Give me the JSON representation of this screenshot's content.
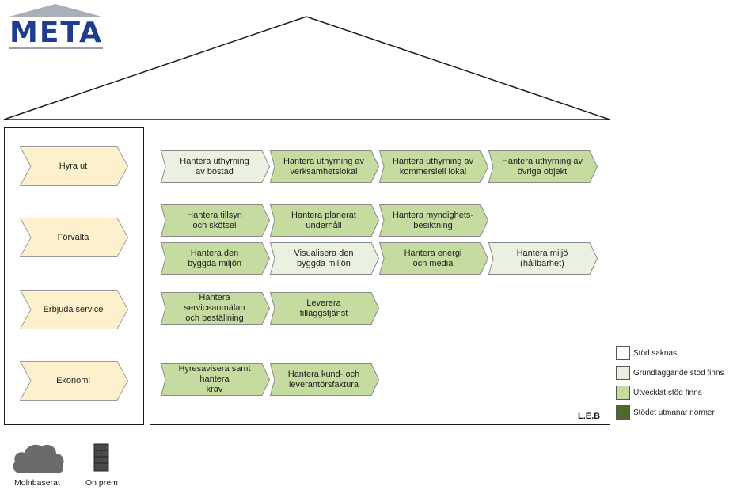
{
  "logo": {
    "text": "META"
  },
  "colors": {
    "stage": "#fdf1cd",
    "stage_stroke": "#9a9a9a",
    "stod_saknas": "#ffffff",
    "grundlaggande": "#ebf1e0",
    "utvecklat": "#c5dba0",
    "utmanar": "#4e6a2a",
    "logo_blue": "#1f3d8c",
    "icon_gray": "#6b6b6b"
  },
  "stages": [
    {
      "label": "Hyra ut"
    },
    {
      "label": "Förvalta"
    },
    {
      "label": "Erbjuda service"
    },
    {
      "label": "Ekonomi"
    }
  ],
  "capabilities": [
    {
      "label": "Hantera uthyrning av bostad",
      "lines": [
        "Hantera uthyrning",
        "av bostad"
      ],
      "level": "grundlaggande"
    },
    {
      "label": "Hantera uthyrning av verksamhetslokal",
      "lines": [
        "Hantera uthyrning av",
        "verksamhetslokal"
      ],
      "level": "utvecklat"
    },
    {
      "label": "Hantera uthyrning av kommersiell lokal",
      "lines": [
        "Hantera uthyrning av",
        "kommersiell lokal"
      ],
      "level": "utvecklat"
    },
    {
      "label": "Hantera uthyrning av övriga objekt",
      "lines": [
        "Hantera uthyrning av",
        "övriga objekt"
      ],
      "level": "utvecklat"
    },
    {
      "label": "Hantera tillsyn och skötsel",
      "lines": [
        "Hantera tillsyn",
        "och skötsel"
      ],
      "level": "utvecklat"
    },
    {
      "label": "Hantera planerat underhåll",
      "lines": [
        "Hantera planerat",
        "underhåll"
      ],
      "level": "utvecklat"
    },
    {
      "label": "Hantera myndighets-besiktning",
      "lines": [
        "Hantera myndighets-",
        "besiktning"
      ],
      "level": "utvecklat"
    },
    {
      "label": "Hantera den byggda miljön",
      "lines": [
        "Hantera den",
        "byggda miljön"
      ],
      "level": "utvecklat"
    },
    {
      "label": "Visualisera den byggda miljön",
      "lines": [
        "Visualisera den",
        "byggda miljön"
      ],
      "level": "grundlaggande"
    },
    {
      "label": "Hantera energi och media",
      "lines": [
        "Hantera energi",
        "och media"
      ],
      "level": "utvecklat"
    },
    {
      "label": "Hantera miljö (hållbarhet)",
      "lines": [
        "Hantera miljö",
        "(hållbarhet)"
      ],
      "level": "grundlaggande"
    },
    {
      "label": "Hantera serviceanmälan och beställning",
      "lines": [
        "Hantera serviceanmälan",
        "och beställning"
      ],
      "level": "utvecklat"
    },
    {
      "label": "Leverera tilläggstjänst",
      "lines": [
        "Leverera",
        "tilläggstjänst"
      ],
      "level": "utvecklat"
    },
    {
      "label": "Hyresavisera samt hantera krav",
      "lines": [
        "Hyresavisera samt hantera",
        "krav"
      ],
      "level": "utvecklat"
    },
    {
      "label": "Hantera kund- och leverantörsfaktura",
      "lines": [
        "Hantera kund- och",
        "leverantörsfaktura"
      ],
      "level": "utvecklat"
    }
  ],
  "leb": "L.E.B",
  "legend": [
    {
      "label": "Stöd saknas",
      "level": "stod_saknas"
    },
    {
      "label": "Grundläggande stöd finns",
      "level": "grundlaggande"
    },
    {
      "label": "Utvecklat stöd finns",
      "level": "utvecklat"
    },
    {
      "label": "Stödet utmanar normer",
      "level": "utmanar"
    }
  ],
  "deployment": [
    {
      "label": "Molnbaserat",
      "icon": "cloud-icon"
    },
    {
      "label": "On prem",
      "icon": "server-icon"
    }
  ]
}
